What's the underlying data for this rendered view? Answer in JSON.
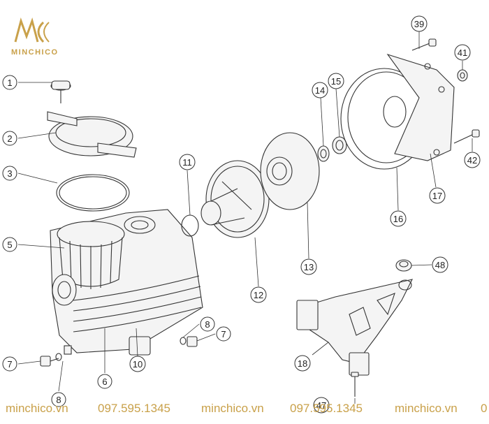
{
  "brand": {
    "name": "MINCHICO",
    "logo_color": "#c9a14a"
  },
  "footer": {
    "items": [
      "minchico.vn",
      "097.595.1345",
      "minchico.vn",
      "097.595.1345",
      "minchico.vn",
      "0"
    ]
  },
  "callouts": [
    {
      "id": "c1",
      "label": "1"
    },
    {
      "id": "c2",
      "label": "2"
    },
    {
      "id": "c3",
      "label": "3"
    },
    {
      "id": "c5",
      "label": "5"
    },
    {
      "id": "c6",
      "label": "6"
    },
    {
      "id": "c7a",
      "label": "7"
    },
    {
      "id": "c7b",
      "label": "7"
    },
    {
      "id": "c8a",
      "label": "8"
    },
    {
      "id": "c8b",
      "label": "8"
    },
    {
      "id": "c10",
      "label": "10"
    },
    {
      "id": "c11",
      "label": "11"
    },
    {
      "id": "c12",
      "label": "12"
    },
    {
      "id": "c13",
      "label": "13"
    },
    {
      "id": "c14",
      "label": "14"
    },
    {
      "id": "c15",
      "label": "15"
    },
    {
      "id": "c16",
      "label": "16"
    },
    {
      "id": "c17",
      "label": "17"
    },
    {
      "id": "c18",
      "label": "18"
    },
    {
      "id": "c39",
      "label": "39"
    },
    {
      "id": "c41",
      "label": "41"
    },
    {
      "id": "c42",
      "label": "42"
    },
    {
      "id": "c47",
      "label": "47"
    },
    {
      "id": "c48",
      "label": "48"
    }
  ]
}
